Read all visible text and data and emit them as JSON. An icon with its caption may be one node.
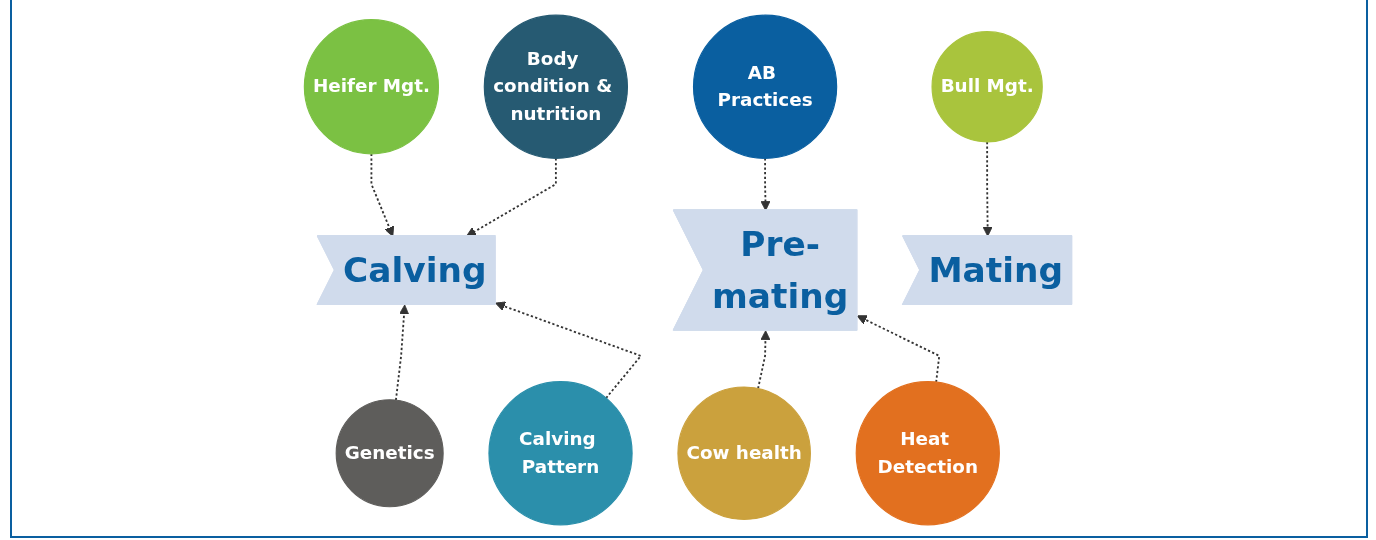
{
  "diagram": {
    "nodes": [
      {
        "text": [
          "Heifer Mgt."
        ]
      },
      {
        "text": [
          "Body condition & nutrition"
        ]
      },
      {
        "text": [
          "AB Practices"
        ]
      },
      {
        "text": [
          "Bull Mgt."
        ]
      },
      {
        "text": [
          "Calving"
        ]
      },
      {
        "text": [
          "Pre-mating"
        ]
      },
      {
        "text": [
          "Mating"
        ]
      },
      {
        "text": [
          "Genetics"
        ]
      },
      {
        "text": [
          "Calving Pattern"
        ]
      },
      {
        "text": [
          "Cow health"
        ]
      },
      {
        "text": [
          "Heat Detection"
        ]
      }
    ],
    "edges": [
      {
        "from": 0,
        "to": 4,
        "arrow": "to",
        "style": "dashed"
      },
      {
        "from": 1,
        "to": 4,
        "arrow": "to",
        "style": "dashed"
      },
      {
        "from": 2,
        "to": 5,
        "arrow": "to",
        "style": "dashed"
      },
      {
        "from": 3,
        "to": 6,
        "arrow": "to",
        "style": "dashed"
      },
      {
        "from": 7,
        "to": 4,
        "arrow": "to",
        "style": "dashed"
      },
      {
        "from": 8,
        "to": 4,
        "arrow": "to",
        "style": "dashed"
      },
      {
        "from": 9,
        "to": 5,
        "arrow": "to",
        "style": "dashed"
      },
      {
        "from": 10,
        "to": 5,
        "arrow": "to",
        "style": "dashed"
      }
    ]
  }
}
